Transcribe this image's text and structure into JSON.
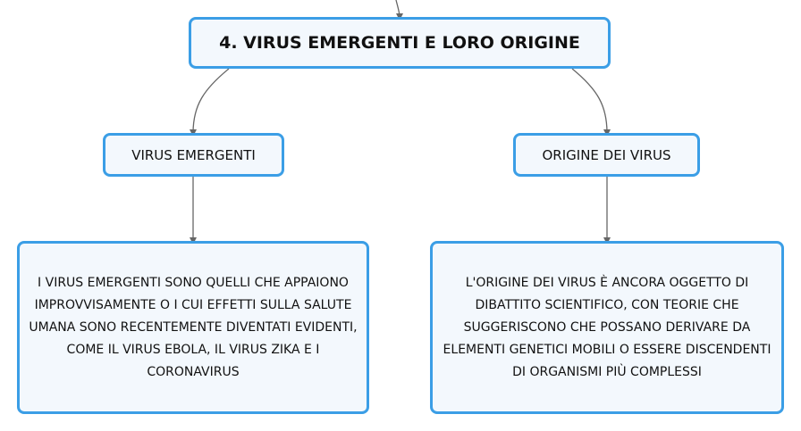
{
  "root": {
    "title": "4. VIRUS EMERGENTI E LORO ORIGINE"
  },
  "branches": [
    {
      "label": "VIRUS EMERGENTI",
      "detail": "I VIRUS EMERGENTI SONO QUELLI CHE APPAIONO IMPROVVISAMENTE O I CUI EFFETTI SULLA SALUTE UMANA SONO RECENTEMENTE DIVENTATI EVIDENTI, COME IL VIRUS EBOLA, IL VIRUS ZIKA E I CORONAVIRUS"
    },
    {
      "label": "ORIGINE DEI VIRUS",
      "detail": "L'ORIGINE DEI VIRUS È ANCORA OGGETTO DI DIBATTITO SCIENTIFICO, CON TEORIE CHE SUGGERISCONO CHE POSSANO DERIVARE DA ELEMENTI GENETICI MOBILI O ESSERE DISCENDENTI DI ORGANISMI PIÙ COMPLESSI"
    }
  ],
  "colors": {
    "node_border": "#3b9ee6",
    "node_fill": "#f3f8fd",
    "connector": "#666666",
    "text": "#111111"
  }
}
